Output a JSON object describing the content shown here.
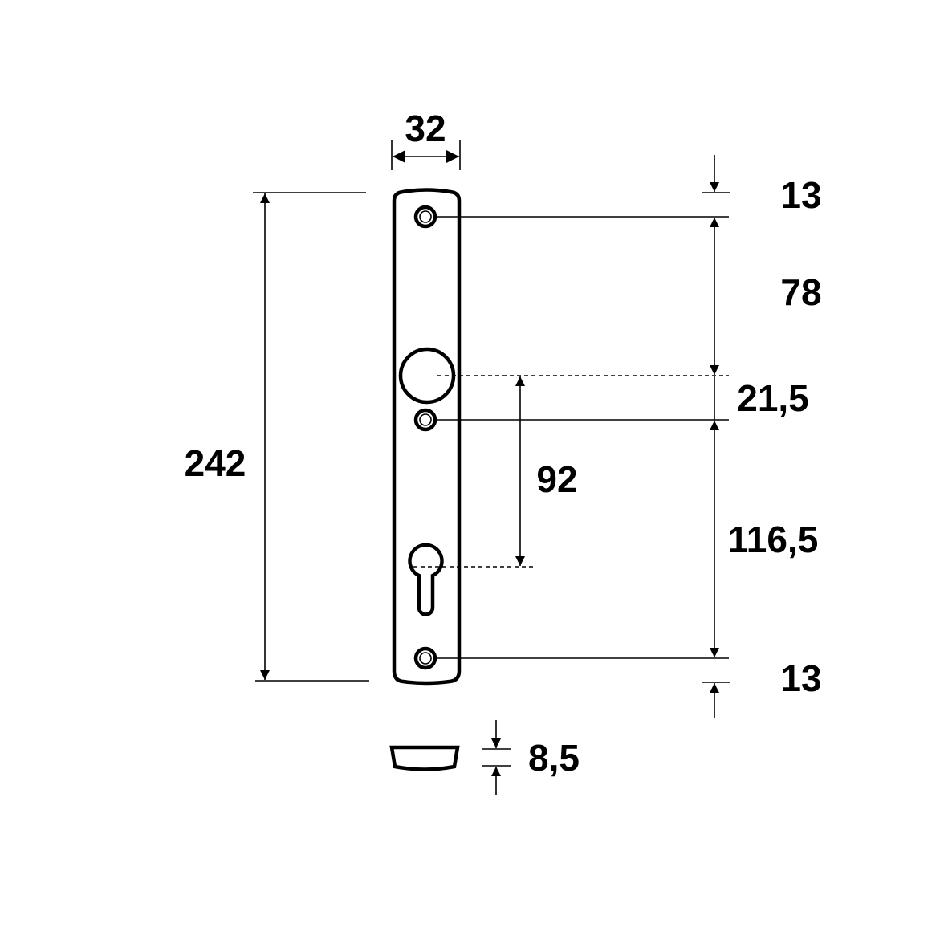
{
  "drawing": {
    "units": "mm",
    "dimensions": {
      "plate_width": "32",
      "plate_height": "242",
      "top_to_screw": "13",
      "screw_to_handle": "78",
      "handle_to_screw": "21,5",
      "handle_to_cylinder": "92",
      "screw_to_screw": "116,5",
      "bottom_to_screw": "13",
      "thickness": "8,5"
    },
    "line_color": "#000000",
    "background": "#ffffff"
  }
}
